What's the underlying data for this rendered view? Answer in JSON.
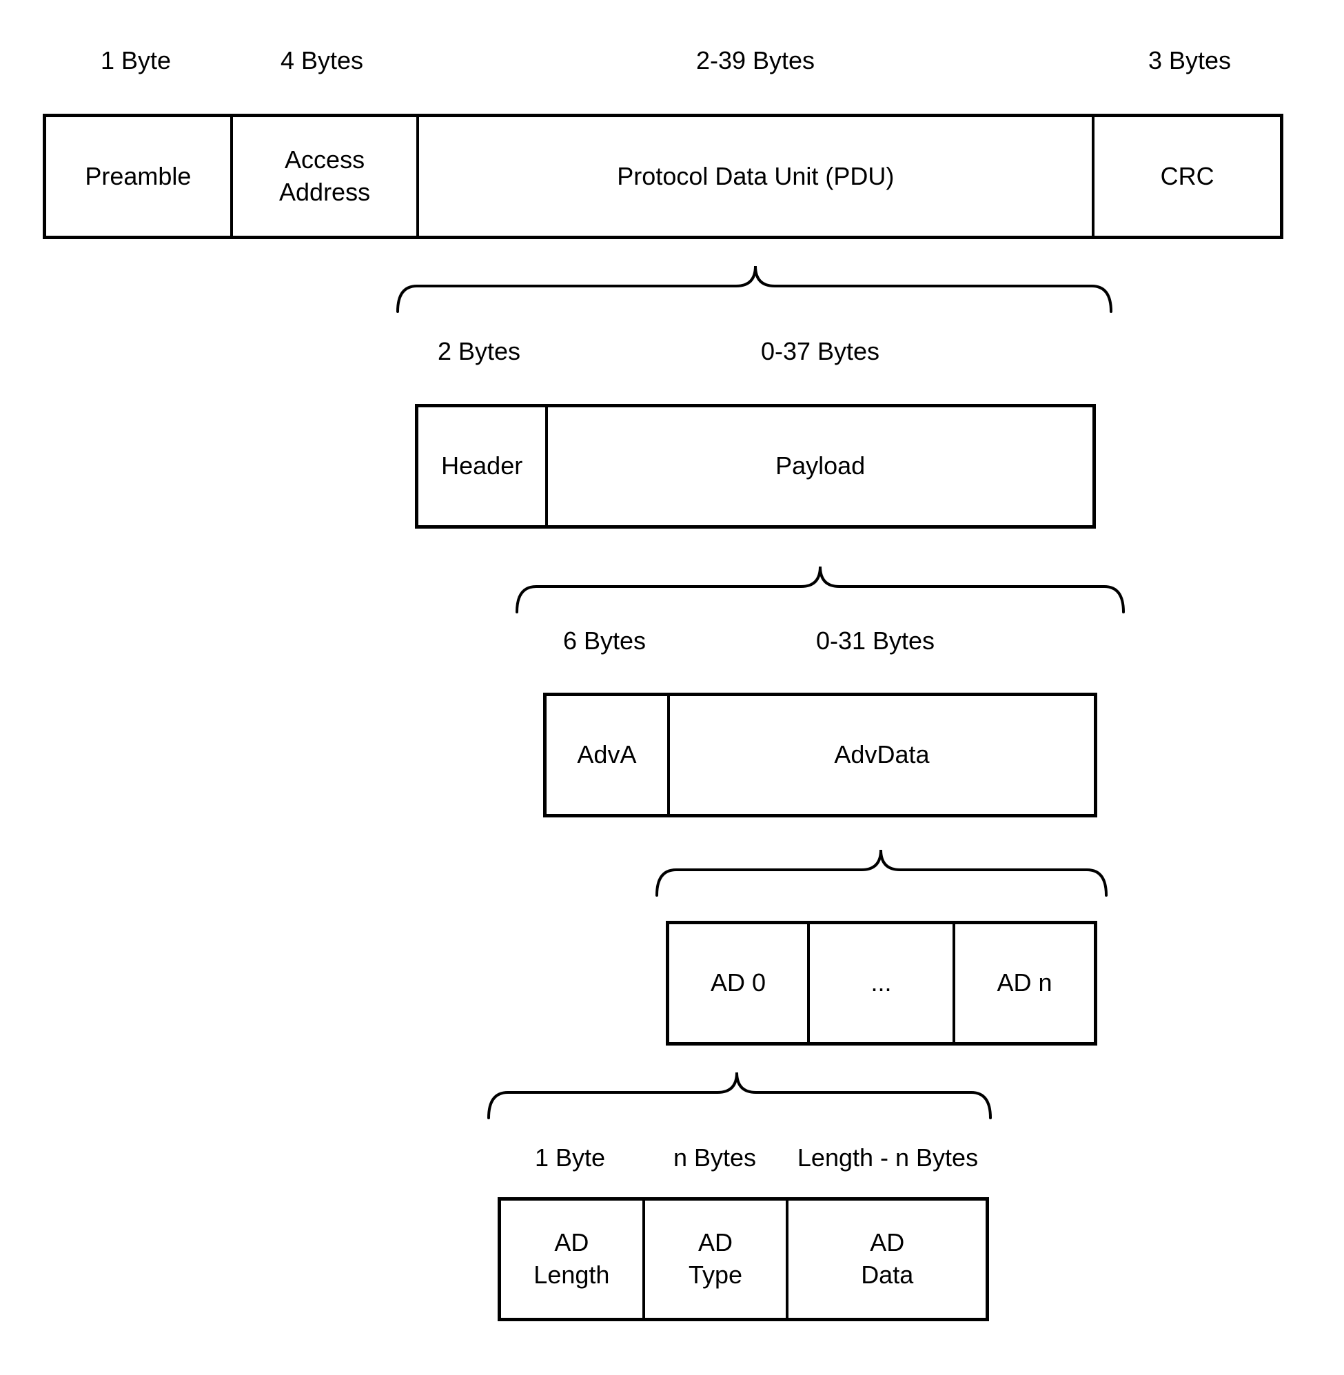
{
  "diagram": {
    "title_semantic": "BLE advertising packet structure",
    "colors": {
      "stroke": "#000000",
      "background": "#ffffff"
    },
    "packet": {
      "size_labels": [
        "1 Byte",
        "4 Bytes",
        "2-39 Bytes",
        "3 Bytes"
      ],
      "cells": [
        "Preamble",
        "Access\nAddress",
        "Protocol Data Unit (PDU)",
        "CRC"
      ]
    },
    "pdu": {
      "size_labels": [
        "2 Bytes",
        "0-37 Bytes"
      ],
      "cells": [
        "Header",
        "Payload"
      ]
    },
    "payload": {
      "size_labels": [
        "6 Bytes",
        "0-31 Bytes"
      ],
      "cells": [
        "AdvA",
        "AdvData"
      ]
    },
    "adv_data": {
      "cells": [
        "AD 0",
        "...",
        "AD n"
      ]
    },
    "ad_structure": {
      "size_labels": [
        "1 Byte",
        "n Bytes",
        "Length - n Bytes"
      ],
      "cells": [
        "AD\nLength",
        "AD\nType",
        "AD\nData"
      ]
    }
  }
}
